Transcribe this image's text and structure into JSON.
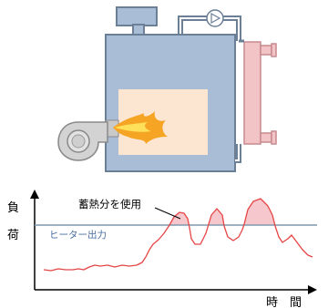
{
  "labels": {
    "y_axis_top": "負",
    "y_axis_bottom": "荷",
    "x_axis": "時　間",
    "heat_storage": "蓄熱分を使用",
    "heater_output": "ヒーター出力"
  },
  "colors": {
    "boiler_fill": "#a9bed6",
    "boiler_stroke": "#6b7f96",
    "firebox": "#fce6d2",
    "flame_outer": "#f5a423",
    "flame_inner": "#ffe05a",
    "pipe_pink": "#f2c4c6",
    "pipe_stroke": "#c88a8e",
    "blower": "#d3d3d3",
    "curve": "#e64545",
    "fill_area": "#f6c7cc",
    "heater_line": "#7f98ad",
    "heater_text": "#4a6fa0",
    "axis": "#000000"
  },
  "icons": {
    "pump": "pump-icon",
    "blower": "blower-fan-icon",
    "flame": "flame-icon"
  }
}
